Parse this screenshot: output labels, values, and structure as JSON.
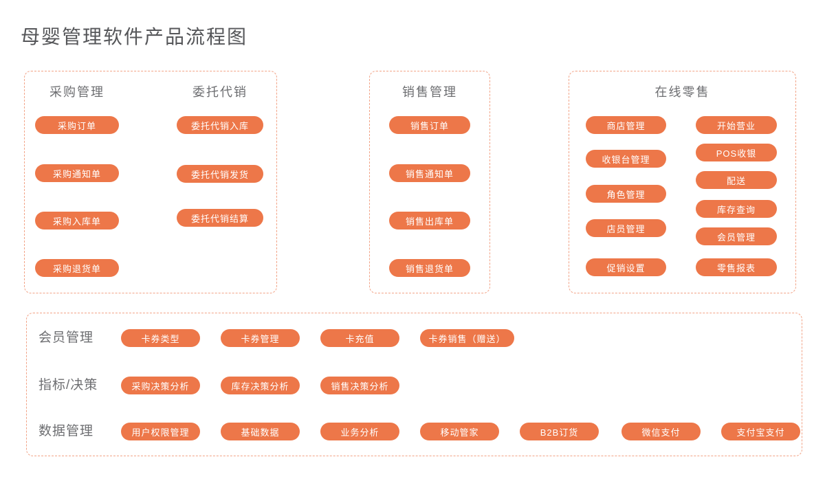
{
  "page": {
    "title": "母婴管理软件产品流程图"
  },
  "colors": {
    "accent_orange": "#ED7749",
    "dashed_border": "#F2A285",
    "title_text": "#555659",
    "heading_text": "#6D6E71",
    "button_text": "#FFFFFF"
  },
  "panels": {
    "procurement": {
      "columns": [
        {
          "heading": "采购管理",
          "buttons": [
            "采购订单",
            "采购通知单",
            "采购入库单",
            "采购退货单"
          ]
        },
        {
          "heading": "委托代销",
          "buttons": [
            "委托代销入库",
            "委托代销发货",
            "委托代销结算"
          ]
        }
      ]
    },
    "sales": {
      "heading": "销售管理",
      "buttons": [
        "销售订单",
        "销售通知单",
        "销售出库单",
        "销售退货单"
      ]
    },
    "retail": {
      "heading": "在线零售",
      "left_buttons": [
        "商店管理",
        "收银台管理",
        "角色管理",
        "店员管理",
        "促销设置"
      ],
      "right_buttons": [
        "开始营业",
        "POS收银",
        "配送",
        "库存查询",
        "会员管理",
        "零售报表"
      ]
    },
    "bottom": {
      "rows": [
        {
          "heading": "会员管理",
          "buttons": [
            "卡券类型",
            "卡券管理",
            "卡充值",
            "卡券销售（赠送）"
          ]
        },
        {
          "heading": "指标/决策",
          "buttons": [
            "采购决策分析",
            "库存决策分析",
            "销售决策分析"
          ]
        },
        {
          "heading": "数据管理",
          "buttons": [
            "用户权限管理",
            "基础数据",
            "业务分析",
            "移动管家",
            "B2B订货",
            "微信支付",
            "支付宝支付"
          ]
        }
      ]
    }
  }
}
